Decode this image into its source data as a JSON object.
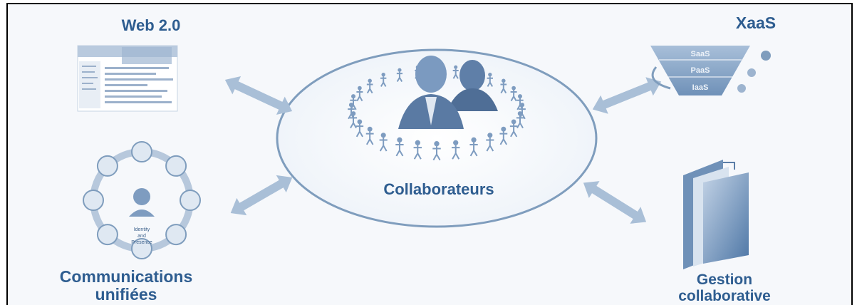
{
  "diagram": {
    "center_label": "Collaborateurs",
    "nodes": {
      "web": "Web 2.0",
      "xaas": "XaaS",
      "comm_line1": "Communications",
      "comm_line2": "unifiées",
      "gestion_line1": "Gestion",
      "gestion_line2": "collaborative"
    },
    "xaas_layers": [
      "SaaS",
      "PaaS",
      "IaaS"
    ],
    "uc_ring": {
      "center_line1": "Identity",
      "center_line2": "and",
      "center_line3": "Presence"
    },
    "colors": {
      "primary": "#2e5d90",
      "arrow": "#a9bfd7",
      "ellipse_stroke": "#7f9dbd",
      "background": "#f6f8fb"
    }
  }
}
